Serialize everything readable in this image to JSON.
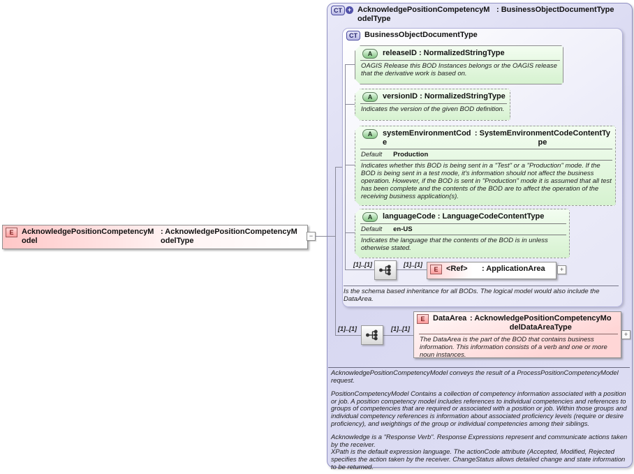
{
  "icons": {
    "collapse": "−",
    "expand": "+"
  },
  "colors": {
    "container_lavender": "#dcdcf2",
    "attribute_green": "#dff3d8",
    "element_pink": "#ffd6d6",
    "badge_blue": "#5252aa",
    "line_gray": "#8a8a9a"
  },
  "root_element": {
    "badge": "E",
    "name": "AcknowledgePositionCompetencyModel",
    "type": ": AcknowledgePositionCompetencyModelType"
  },
  "outer_type": {
    "badge": "CT",
    "name": "AcknowledgePositionCompetencyModelType",
    "type": ": BusinessObjectDocumentType"
  },
  "base_type": {
    "badge": "CT",
    "title": "BusinessObjectDocumentType",
    "attributes": [
      {
        "badge": "A",
        "name": "releaseID",
        "type": ": NormalizedStringType",
        "doc": "OAGIS Release this BOD Instances belongs or the OAGIS release that the derivative work is based on."
      },
      {
        "badge": "A",
        "name": "versionID",
        "type": ": NormalizedStringType",
        "doc": "Indicates the version of the given BOD definition."
      },
      {
        "badge": "A",
        "name": "systemEnvironmentCode",
        "type": ": SystemEnvironmentCodeContentType",
        "default_label": "Default",
        "default_value": "Production",
        "doc": "Indicates whether this BOD is being sent in a \"Test\" or a \"Production\" mode. If the BOD is being sent in a test mode, it's information should not affect the business operation. However, if the BOD is sent in \"Production\" mode it is assumed that all test has been complete and the contents of the BOD are to affect the operation of the receiving business application(s)."
      },
      {
        "badge": "A",
        "name": "languageCode",
        "type": ": LanguageCodeContentType",
        "default_label": "Default",
        "default_value": "en-US",
        "doc": "Indicates the language that the contents of the BOD is in unless otherwise stated."
      }
    ],
    "sequence": {
      "card_left": "[1]..[1]",
      "card_right": "[1]..[1]"
    },
    "ref_element": {
      "badge": "E",
      "name": "<Ref>",
      "type": ": ApplicationArea"
    },
    "doc": "Is the schema based inheritance for all BODs. The logical model would also include the DataArea."
  },
  "data_area": {
    "sequence": {
      "card_left": "[1]..[1]",
      "card_right": "[1]..[1]"
    },
    "element": {
      "badge": "E",
      "name": "DataArea",
      "type": ": AcknowledgePositionCompetencyModelDataAreaType",
      "doc": "The DataArea is the part of the BOD that contains business information. This information consists of a verb and one or more noun instances."
    }
  },
  "documentation": {
    "p1": "AcknowledgePositionCompetencyModel conveys the result of a ProcessPositionCompetencyModel request.",
    "p2": "PositionCompetencyModel  Contains a collection of competency information associated with a position or job. A position competency model includes references to individual competencies and references to groups of competencies that are required or associated with a position or job. Within those groups and individual competency references is information about associated proficiency levels (require or desire proficiency), and weightings of the group or individual competencies among their siblings.",
    "p3": "Acknowledge is a \"Response Verb\". Response Expressions represent and communicate actions taken by the receiver.\nXPath is the default expression language. The actionCode attribute (Accepted, Modified, Rejected specifies the action taken by the receiver. ChangeStatus allows detailed change and state information to be returned."
  }
}
